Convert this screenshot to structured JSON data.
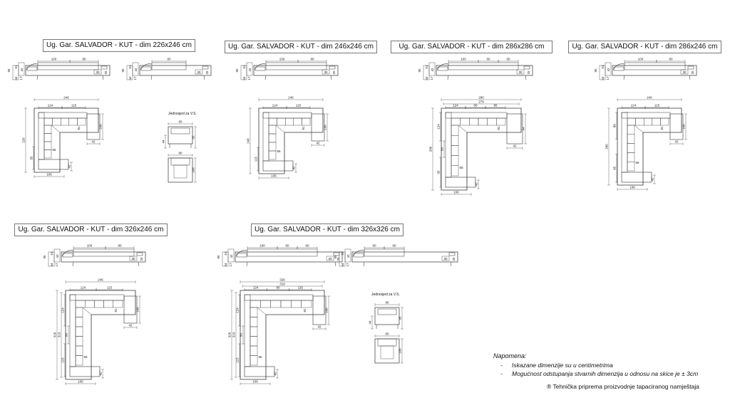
{
  "titles": [
    "Ug. Gar. SALVADOR - KUT - dim 226x246 cm",
    "Ug. Gar. SALVADOR - KUT - dim 246x246 cm",
    "Ug. Gar. SALVADOR - KUT - dim 286x286 cm",
    "Ug. Gar. SALVADOR - KUT - dim 286x246 cm",
    "Ug. Gar. SALVADOR - KUT - dim 326x246 cm",
    "Ug. Gar. SALVADOR - KUT - dim 326x326 cm"
  ],
  "single_seat_label": "Jednosjed za V.S.",
  "side_dims": [
    "95",
    "51",
    "42",
    "44",
    "17",
    "19",
    "30",
    "25"
  ],
  "single_seat_dims": {
    "w": "80",
    "h": "95",
    "leg": "44",
    "depth": "106"
  },
  "plans": [
    {
      "sofa": [
        "100",
        "80"
      ],
      "overall": "246",
      "top": [
        "124",
        "115"
      ],
      "side": "226",
      "lower": "95",
      "seat": "55",
      "mid": "81",
      "arm": "106",
      "end": "42",
      "base": "106",
      "end2": "42"
    },
    {
      "sofa": [
        "100",
        "80"
      ],
      "overall": "246",
      "top": [
        "124",
        "115"
      ],
      "side": "246",
      "lower": "115",
      "seat": "55",
      "mid": "81",
      "arm": "106",
      "end": "42",
      "base": "106",
      "end2": "42"
    },
    {
      "sofa": [
        "100",
        "60",
        "60"
      ],
      "overall": "286",
      "overall2": "279",
      "top": [
        "124",
        "60",
        "95"
      ],
      "side": "286",
      "lower": "95",
      "upper": "124",
      "mid2": "80",
      "seat": "55",
      "mid": "81",
      "arm": "94",
      "end": "42",
      "base": "106",
      "end2": "42"
    },
    {
      "sofa": [
        "100",
        "80"
      ],
      "overall": "246",
      "top": [
        "124",
        "115"
      ],
      "side": "286",
      "lower": "95",
      "upper": "80",
      "seat": "55",
      "mid": "81",
      "arm": "106",
      "end": "42",
      "base": "106",
      "end2": "42"
    },
    {
      "sofa": [
        "100",
        "80"
      ],
      "overall": "246",
      "top": [
        "124",
        "115"
      ],
      "side": "326",
      "side2": "319",
      "lower": "115",
      "upper": "124",
      "mid2": "80",
      "seat": "55",
      "mid": "81",
      "arm": "106",
      "end": "42",
      "base": "106",
      "end2": "42"
    },
    {
      "sofa": [
        "100",
        "60",
        "60"
      ],
      "overall": "326",
      "overall2": "319",
      "top": [
        "124",
        "80",
        "115"
      ],
      "side": "326",
      "side2": "319",
      "lower": "115",
      "upper": "124",
      "mid2": "80",
      "seat": "55",
      "mid": "81",
      "arm": "106",
      "end": "42",
      "base": "106",
      "end2": "42"
    }
  ],
  "notes": {
    "title": "Napomena:",
    "items": [
      "Iskazane dimenzije su u centimetrima",
      "Mogućnost odstupanja stvarnih dimenzija u odnosu na skice  je ± 3cm"
    ]
  },
  "footer": "®  Tehnička priprema proizvodnje tapaciranog namještaja"
}
